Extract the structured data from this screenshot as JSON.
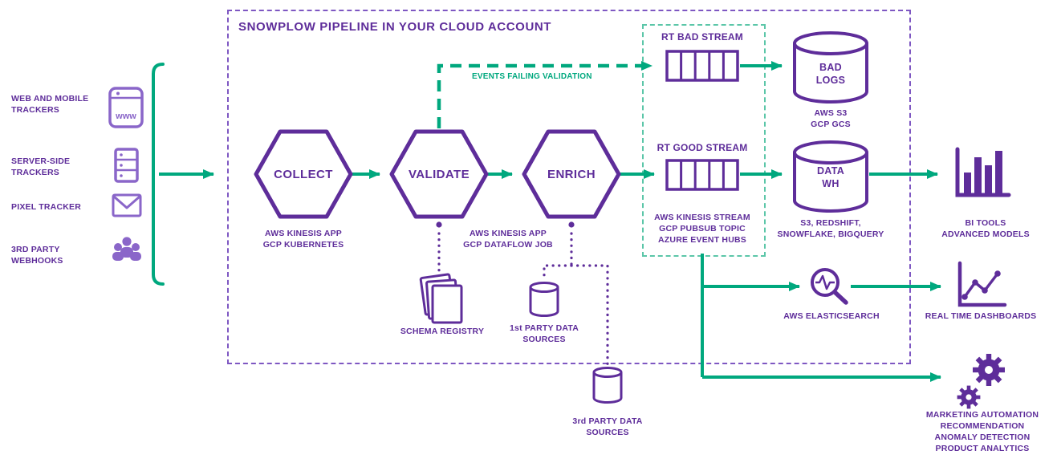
{
  "title": "SNOWPLOW PIPELINE IN YOUR CLOUD ACCOUNT",
  "colors": {
    "purple": "#5E2D9A",
    "purple_light": "#8A66C9",
    "teal": "#00A87E",
    "teal_light": "#5BC6A8"
  },
  "sources": {
    "web_mobile": {
      "line1": "WEB AND MOBILE",
      "line2": "TRACKERS"
    },
    "server_side": {
      "line1": "SERVER-SIDE",
      "line2": "TRACKERS"
    },
    "pixel": {
      "line1": "PIXEL TRACKER"
    },
    "webhooks": {
      "line1": "3RD PARTY",
      "line2": "WEBHOOKS"
    }
  },
  "pipeline": {
    "collect": "COLLECT",
    "validate": "VALIDATE",
    "enrich": "ENRICH",
    "collect_caption": {
      "line1": "AWS KINESIS APP",
      "line2": "GCP KUBERNETES"
    },
    "validate_caption": {
      "line1": "AWS KINESIS APP",
      "line2": "GCP DATAFLOW JOB"
    },
    "failing_label": "EVENTS FAILING VALIDATION"
  },
  "streams": {
    "bad_title": "RT BAD STREAM",
    "good_title": "RT GOOD STREAM",
    "caption": {
      "line1": "AWS KINESIS STREAM",
      "line2": "GCP PUBSUB TOPIC",
      "line3": "AZURE EVENT HUBS"
    }
  },
  "storage": {
    "bad_logs": {
      "line1": "BAD",
      "line2": "LOGS",
      "caption1": "AWS S3",
      "caption2": "GCP GCS"
    },
    "data_wh": {
      "line1": "DATA",
      "line2": "WH",
      "caption1": "S3, REDSHIFT,",
      "caption2": "SNOWFLAKE, BIGQUERY"
    }
  },
  "outputs": {
    "bi_tools": {
      "line1": "BI TOOLS",
      "line2": "ADVANCED MODELS"
    },
    "elasticsearch": {
      "line1": "AWS ELASTICSEARCH"
    },
    "dashboards": {
      "line1": "REAL TIME DASHBOARDS"
    },
    "automation": {
      "line1": "MARKETING AUTOMATION",
      "line2": "RECOMMENDATION",
      "line3": "ANOMALY DETECTION",
      "line4": "PRODUCT ANALYTICS"
    }
  },
  "registries": {
    "schema": "SCHEMA REGISTRY",
    "first_party": {
      "line1": "1st PARTY DATA",
      "line2": "SOURCES"
    },
    "third_party": {
      "line1": "3rd PARTY DATA",
      "line2": "SOURCES"
    }
  },
  "icons": {
    "www_label": "www",
    "web_mobile": "mobile-www-icon",
    "server_side": "server-stack-icon",
    "pixel": "envelope-icon",
    "webhooks": "people-group-icon",
    "streams": "queue-shards-icon",
    "storage": "database-cylinder-icon",
    "bi_tools": "bar-chart-icon",
    "elasticsearch": "search-pulse-icon",
    "dashboards": "line-chart-icon",
    "automation": "gears-icon",
    "schema": "documents-icon"
  }
}
